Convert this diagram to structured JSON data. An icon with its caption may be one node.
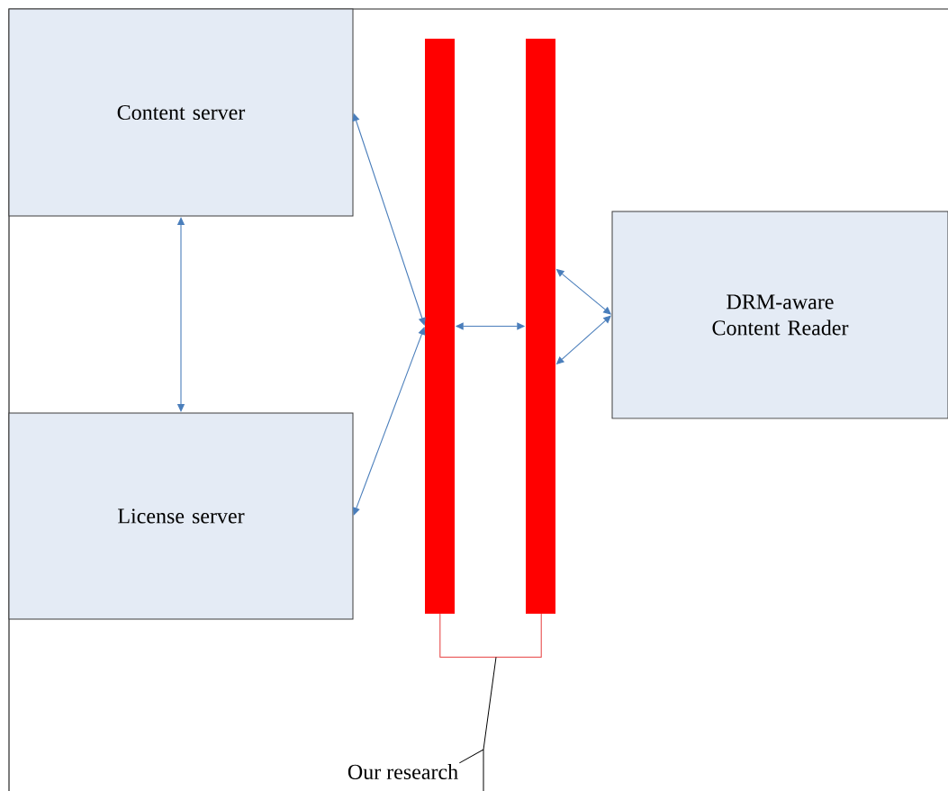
{
  "diagram": {
    "nodes": [
      {
        "text": [
          "Content server"
        ]
      },
      {
        "text": [
          "License server"
        ]
      },
      {
        "text": [
          "DRM-aware Content Reader"
        ]
      },
      {
        "text": [],
        "shape": "bar"
      },
      {
        "text": [],
        "shape": "bar"
      },
      {
        "text": [
          "Our research"
        ]
      },
      {
        "text": [],
        "shape": "bracket"
      }
    ],
    "edges": [
      {
        "from": 0,
        "to": 1,
        "arrow": "both"
      },
      {
        "from": 0,
        "to": 3,
        "arrow": "both"
      },
      {
        "from": 1,
        "to": 3,
        "arrow": "both"
      },
      {
        "from": 3,
        "to": 4,
        "arrow": "both"
      },
      {
        "from": 4,
        "to": 2,
        "arrow": "both"
      },
      {
        "from": 4,
        "to": 2,
        "arrow": "both"
      },
      {
        "from": 5,
        "to": 6,
        "arrow": "none",
        "color": "#000000"
      }
    ]
  }
}
